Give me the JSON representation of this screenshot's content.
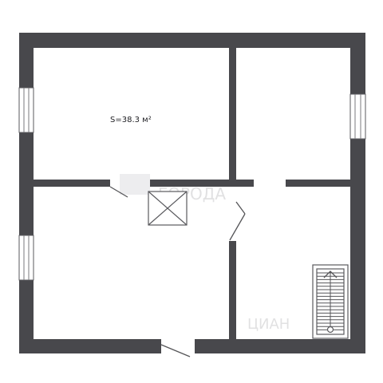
{
  "plan": {
    "room_area_label": "S=38.3 м²"
  },
  "watermark": {
    "text": "ГОРОДА",
    "text_bottom": "ЦИАН"
  },
  "colors": {
    "wall": "#48484c",
    "background": "#ffffff"
  }
}
